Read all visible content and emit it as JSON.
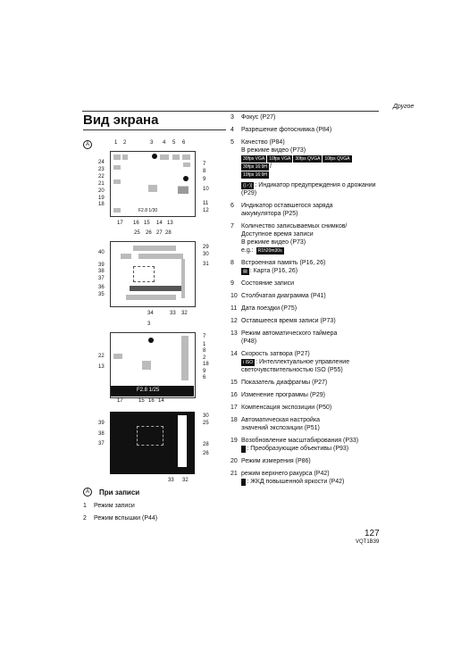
{
  "header": {
    "section": "Другое"
  },
  "page": {
    "title": "Вид экрана",
    "number": "127",
    "code": "VQT1B39"
  },
  "marker": "A",
  "left_section": {
    "heading": "При записи",
    "items": [
      {
        "n": "1",
        "text": "Режим записи"
      },
      {
        "n": "2",
        "text": "Режим вспышки (P44)"
      }
    ]
  },
  "screen1": {
    "numbers_top": [
      "1",
      "2",
      "3",
      "4",
      "5",
      "6"
    ],
    "numbers_left": [
      "24",
      "23",
      "22",
      "21",
      "20",
      "19",
      "18"
    ],
    "numbers_right": [
      "7",
      "8",
      "9",
      "10",
      "11",
      "12"
    ],
    "numbers_bottom": [
      "17",
      "16",
      "15",
      "14",
      "13"
    ],
    "readout": "F2.8 1/30"
  },
  "screen2": {
    "numbers_top": [
      "25",
      "26",
      "27",
      "28"
    ],
    "numbers_left": [
      "40",
      "39",
      "38",
      "37",
      "36",
      "35"
    ],
    "numbers_right": [
      "29",
      "30",
      "31"
    ],
    "numbers_bottom": [
      "34",
      "33",
      "32"
    ]
  },
  "screen3": {
    "numbers_top": [
      "3"
    ],
    "numbers_left": [
      "22",
      "13"
    ],
    "numbers_right": [
      "7",
      "1",
      "8",
      "2",
      "18",
      "9",
      "6"
    ],
    "numbers_bottom": [
      "17",
      "15",
      "16",
      "14"
    ],
    "readout": "F2.8 1/25"
  },
  "screen4": {
    "numbers_left": [
      "39",
      "38",
      "37"
    ],
    "numbers_right": [
      "30",
      "25",
      "28",
      "26"
    ],
    "numbers_bottom": [
      "33",
      "32"
    ]
  },
  "list": [
    {
      "n": "3",
      "lines": [
        "Фокус (P27)"
      ]
    },
    {
      "n": "4",
      "lines": [
        "Разрешение фотоснимка (P84)"
      ]
    },
    {
      "n": "5",
      "lines": [
        "Качество (P84)",
        "В режиме видео (P73)"
      ],
      "badges": [
        "30fps VGA",
        "10fps VGA",
        "30fps QVGA",
        "10fps QVGA",
        "30fps 16:9H"
      ],
      "badge_suffix": "/",
      "badges2": [
        "10fps 16:9H"
      ],
      "note_badge": "((♂))",
      "note": ": Индикатор предупреждения о дрожании (P29)"
    },
    {
      "n": "6",
      "lines": [
        "Индикатор оставшегося заряда",
        "аккумулятора (P25)"
      ]
    },
    {
      "n": "7",
      "lines": [
        "Количество записываемых снимков/",
        "Доступное время записи",
        "В режиме видео (P73)",
        "e.g.:"
      ],
      "example": "R1h20m30s"
    },
    {
      "n": "8",
      "lines": [
        "Встроенная память (P16, 26)"
      ],
      "card_badge": "▤",
      "card_text": ": Карта (P16, 26)"
    },
    {
      "n": "9",
      "lines": [
        "Состояние записи"
      ]
    },
    {
      "n": "10",
      "lines": [
        "Столбчатая диаграмма (P41)"
      ]
    },
    {
      "n": "11",
      "lines": [
        "Дата поездки (P75)"
      ]
    },
    {
      "n": "12",
      "lines": [
        "Оставшееся время записи (P73)"
      ]
    },
    {
      "n": "13",
      "lines": [
        "Режим автоматического таймера",
        "(P48)"
      ]
    },
    {
      "n": "14",
      "lines": [
        "Скорость затвора (P27)"
      ],
      "iso_badge": "i ISO",
      "iso_text": ": Интеллектуальное управление светочувствительностью ISO (P55)"
    },
    {
      "n": "15",
      "lines": [
        "Показатель диафрагмы (P27)"
      ]
    },
    {
      "n": "16",
      "lines": [
        "Изменение программы (P29)"
      ]
    },
    {
      "n": "17",
      "lines": [
        "Компенсация экспозиции (P50)"
      ]
    },
    {
      "n": "18",
      "lines": [
        "Автоматическая настройка",
        "значений экспозиции (P51)"
      ]
    },
    {
      "n": "19",
      "lines": [
        "Возобновление масштабирования (P33)"
      ],
      "zoom_text": ": Преобразующие объективы (P93)"
    },
    {
      "n": "20",
      "lines": [
        "Режим измерения (P86)"
      ]
    },
    {
      "n": "21",
      "lines": [
        "режим верхнего ракурса (P42)"
      ],
      "lcd_text": ": ЖКД повышенной яркости (P42)"
    }
  ]
}
